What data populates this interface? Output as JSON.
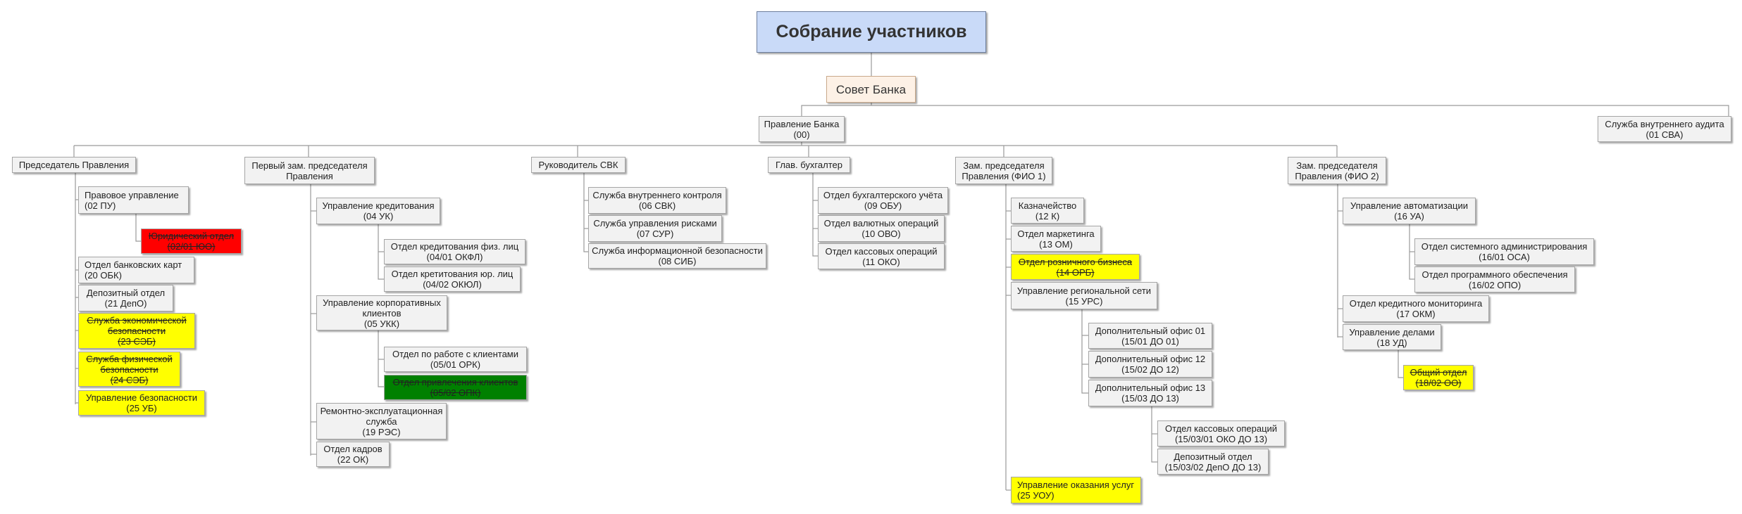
{
  "nodes": {
    "root": {
      "l1": "Собрание участников"
    },
    "sovet": {
      "l1": "Совет Банка"
    },
    "pravlenie": {
      "l1": "Правление Банка",
      "l2": "(00)"
    },
    "audit": {
      "l1": "Служба внутреннего аудита",
      "l2": "(01 СВА)"
    },
    "chair": {
      "l1": "Председатель Правления"
    },
    "pu": {
      "l1": "Правовое управление",
      "l2": "(02 ПУ)"
    },
    "yuo": {
      "l1": "Юридический отдел",
      "l2": "(02/01 ЮО)"
    },
    "obk": {
      "l1": "Отдел банковских карт",
      "l2": "(20 ОБК)"
    },
    "depo": {
      "l1": "Депозитный отдел",
      "l2": "(21 ДепО)"
    },
    "seb": {
      "l1": "Служба экономической",
      "l2": "безопасности",
      "l3": "(23 СЭБ)"
    },
    "sfb": {
      "l1": "Служба физической",
      "l2": "безопасности",
      "l3": "(24 СЭБ)"
    },
    "ub": {
      "l1": "Управление безопасности",
      "l2": "(25 УБ)"
    },
    "first": {
      "l1": "Первый зам. председателя",
      "l2": "Правления"
    },
    "uk": {
      "l1": "Управление кредитования",
      "l2": "(04 УК)"
    },
    "okfl": {
      "l1": "Отдел кредитования физ. лиц",
      "l2": "(04/01 ОКФЛ)"
    },
    "okul": {
      "l1": "Отдел кретитования юр. лиц",
      "l2": "(04/02 ОКЮЛ)"
    },
    "ukk": {
      "l1": "Управление корпоративных",
      "l2": "клиентов",
      "l3": "(05 УКК)"
    },
    "ork": {
      "l1": "Отдел по работе с клиентами",
      "l2": "(05/01 ОРК)"
    },
    "opk": {
      "l1": "Отдел привлечения клиентов",
      "l2": "(05/02 ОПК)"
    },
    "res": {
      "l1": "Ремонтно-эксплуатационная",
      "l2": "служба",
      "l3": "(19 РЭС)"
    },
    "ok": {
      "l1": "Отдел кадров",
      "l2": "(22 ОК)"
    },
    "svk": {
      "l1": "Руководитель СВК"
    },
    "svk1": {
      "l1": "Служба внутреннего контроля",
      "l2": "(06 СВК)"
    },
    "sur": {
      "l1": "Служба управления рисками",
      "l2": "(07 СУР)"
    },
    "sib": {
      "l1": "Служба информационной безопасности",
      "l2": "(08 СИБ)"
    },
    "buh": {
      "l1": "Глав. бухгалтер"
    },
    "obu": {
      "l1": "Отдел бухгалтерского учёта",
      "l2": "(09 ОБУ)"
    },
    "ovo": {
      "l1": "Отдел валютных операций",
      "l2": "(10 ОВО)"
    },
    "oko": {
      "l1": "Отдел кассовых операций",
      "l2": "(11 ОКО)"
    },
    "fio1": {
      "l1": "Зам. председателя",
      "l2": "Правления (ФИО 1)"
    },
    "k": {
      "l1": "Казначейство",
      "l2": "(12 К)"
    },
    "om": {
      "l1": "Отдел маркетинга",
      "l2": "(13 ОМ)"
    },
    "orb": {
      "l1": "Отдел розничного бизнеса",
      "l2": "(14 ОРБ)"
    },
    "urs": {
      "l1": "Управление региональной сети",
      "l2": "(15 УРС)"
    },
    "do01": {
      "l1": "Дополнительный офис 01",
      "l2": "(15/01 ДО 01)"
    },
    "do12": {
      "l1": "Дополнительный офис 12",
      "l2": "(15/02 ДО 12)"
    },
    "do13": {
      "l1": "Дополнительный офис 13",
      "l2": "(15/03 ДО 13)"
    },
    "okodo": {
      "l1": "Отдел кассовых операций",
      "l2": "(15/03/01 ОКО ДО 13)"
    },
    "depodo": {
      "l1": "Депозитный отдел",
      "l2": "(15/03/02 ДепО ДО 13)"
    },
    "uou": {
      "l1": "Управление оказания услуг",
      "l2": "(25 УОУ)"
    },
    "fio2": {
      "l1": "Зам. председателя",
      "l2": "Правления (ФИО 2)"
    },
    "ua": {
      "l1": "Управление автоматизации",
      "l2": "(16 УА)"
    },
    "osa": {
      "l1": "Отдел системного администрирования",
      "l2": "(16/01 ОСА)"
    },
    "opo": {
      "l1": "Отдел программного обеспечения",
      "l2": "(16/02 ОПО)"
    },
    "okm": {
      "l1": "Отдел кредитного мониторинга",
      "l2": "(17 ОКМ)"
    },
    "ud": {
      "l1": "Управление делами",
      "l2": "(18 УД)"
    },
    "oo": {
      "l1": "Общий отдел",
      "l2": "(18/02 ОО)"
    }
  },
  "colors": {
    "root": "#c9daf8",
    "sovet": "#fdf1e6",
    "default": "#f2f2f2",
    "highlight": "#ffff00",
    "alert": "#ff0000",
    "ok": "#008000",
    "line": "#9a9a9a"
  }
}
